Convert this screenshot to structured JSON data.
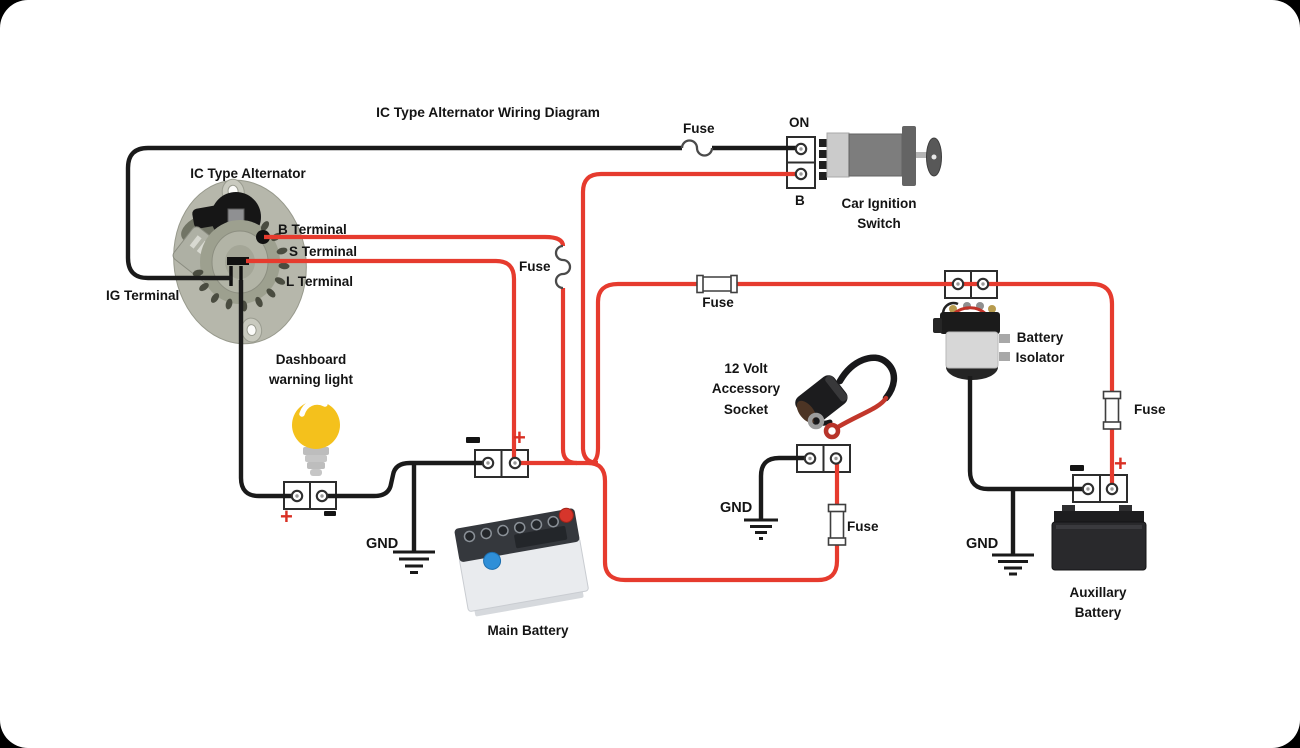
{
  "title": "IC Type Alternator Wiring Diagram",
  "colors": {
    "wire_red": "#e63b2e",
    "wire_black": "#1a1a1a",
    "plus_red": "#d92f23",
    "bulb_yellow": "#f4c11c",
    "canvas": "#ffffff",
    "background": "#000000"
  },
  "alternator": {
    "heading": "IC Type Alternator",
    "b_terminal": "B Terminal",
    "s_terminal": "S Terminal",
    "l_terminal": "L Terminal",
    "ig_terminal": "IG Terminal"
  },
  "dashboard_light": {
    "line1": "Dashboard",
    "line2": "warning light"
  },
  "ignition_switch": {
    "on_label": "ON",
    "b_label": "B",
    "name_line1": "Car Ignition",
    "name_line2": "Switch"
  },
  "fuses": {
    "ignition_feed": "Fuse",
    "alternator_b": "Fuse",
    "isolator_feed": "Fuse",
    "auxiliary": "Fuse",
    "accessory": "Fuse"
  },
  "battery_isolator": {
    "line1": "Battery",
    "line2": "Isolator"
  },
  "accessory_socket": {
    "line1": "12 Volt",
    "line2": "Accessory",
    "line3": "Socket"
  },
  "main_battery": {
    "label": "Main Battery"
  },
  "aux_battery": {
    "line1": "Auxillary",
    "line2": "Battery"
  },
  "grounds": {
    "main": "GND",
    "accessory": "GND",
    "auxiliary": "GND"
  },
  "polarity": {
    "plus": "+"
  }
}
